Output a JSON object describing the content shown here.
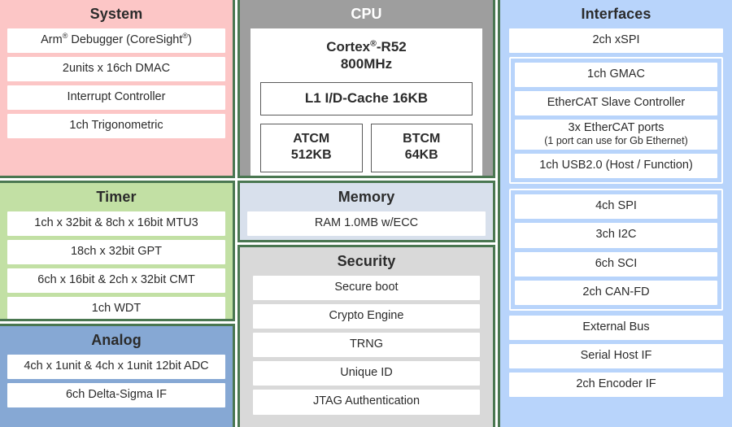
{
  "theme": {
    "border_green": "#4a7751",
    "system_bg": "#fcc6c6",
    "timer_bg": "#c2e0a4",
    "analog_bg": "#86a8d4",
    "cpu_bg": "#9e9e9e",
    "memory_bg": "#d8e0ec",
    "security_bg": "#d9d9d9",
    "interfaces_bg": "#b8d4fb",
    "item_bg": "#ffffff",
    "text": "#2b2b2b"
  },
  "system": {
    "title": "System",
    "items": [
      "Arm® Debugger (CoreSight®)",
      "2units x 16ch DMAC",
      "Interrupt Controller",
      "1ch Trigonometric"
    ]
  },
  "timer": {
    "title": "Timer",
    "items": [
      "1ch x 32bit & 8ch x 16bit MTU3",
      "18ch x 32bit GPT",
      "6ch x 16bit & 2ch x 32bit CMT",
      "1ch WDT"
    ]
  },
  "analog": {
    "title": "Analog",
    "items": [
      "4ch x 1unit & 4ch x 1unit 12bit ADC",
      "6ch Delta-Sigma IF"
    ]
  },
  "cpu": {
    "title": "CPU",
    "core_name": "Cortex®-R52",
    "core_clock": "800MHz",
    "cache": "L1 I/D-Cache 16KB",
    "tcm": [
      {
        "name": "ATCM",
        "size": "512KB"
      },
      {
        "name": "BTCM",
        "size": "64KB"
      }
    ]
  },
  "memory": {
    "title": "Memory",
    "items": [
      "RAM 1.0MB w/ECC"
    ]
  },
  "security": {
    "title": "Security",
    "items": [
      "Secure boot",
      "Crypto Engine",
      "TRNG",
      "Unique ID",
      "JTAG Authentication"
    ]
  },
  "interfaces": {
    "title": "Interfaces",
    "top_items": [
      "2ch xSPI"
    ],
    "network_group": [
      {
        "label": "1ch GMAC",
        "note": ""
      },
      {
        "label": "EtherCAT Slave Controller",
        "note": ""
      },
      {
        "label": "3x EtherCAT ports",
        "note": "(1 port can use for Gb Ethernet)"
      },
      {
        "label": "1ch USB2.0 (Host / Function)",
        "note": ""
      }
    ],
    "serial_group": [
      "4ch SPI",
      "3ch I2C",
      "6ch SCI",
      "2ch CAN-FD"
    ],
    "bus_group": [
      "External Bus",
      "Serial Host IF",
      "2ch Encoder IF"
    ]
  }
}
